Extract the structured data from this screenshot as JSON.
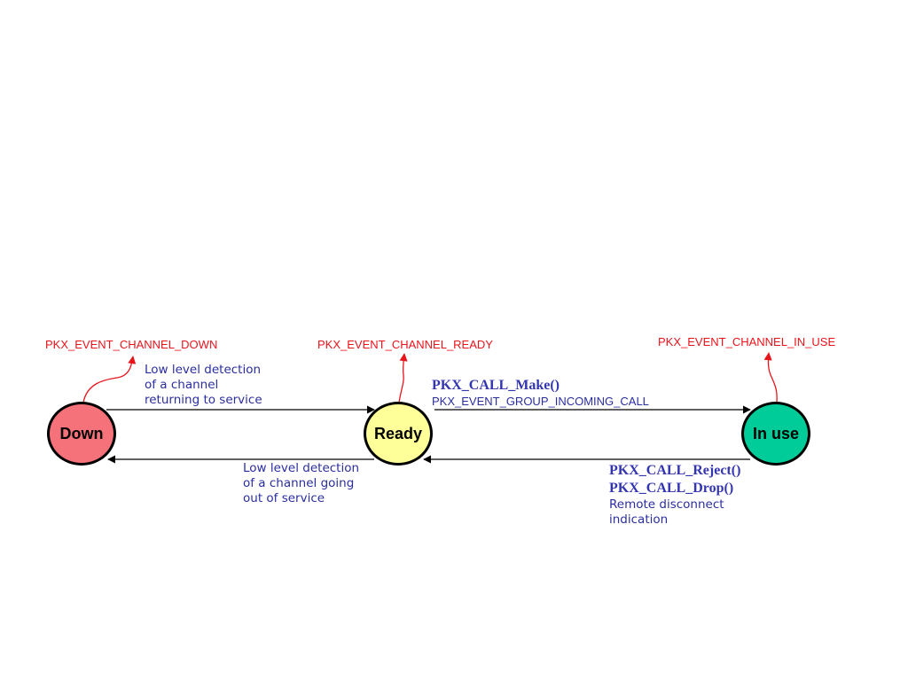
{
  "states": {
    "down": {
      "label": "Down",
      "color": "#f6727a"
    },
    "ready": {
      "label": "Ready",
      "color": "#ffff99"
    },
    "in_use": {
      "label": "In use",
      "color": "#00cc99"
    }
  },
  "events": {
    "channel_down": "PKX_EVENT_CHANNEL_DOWN",
    "channel_ready": "PKX_EVENT_CHANNEL_READY",
    "channel_in_use": "PKX_EVENT_CHANNEL_IN_USE"
  },
  "transitions": {
    "down_to_ready": {
      "note": [
        "Low level detection",
        "of a channel",
        "returning to service"
      ]
    },
    "ready_to_in_use": {
      "api": "PKX_CALL_Make()",
      "event": "PKX_EVENT_GROUP_INCOMING_CALL"
    },
    "ready_to_down": {
      "note": [
        "Low level detection",
        "of a channel going",
        "out of service"
      ]
    },
    "in_use_to_ready": {
      "api": [
        "PKX_CALL_Reject()",
        "PKX_CALL_Drop()"
      ],
      "note": [
        "Remote disconnect",
        "indication"
      ]
    }
  },
  "colors": {
    "event_text": "#e8141c",
    "note_text": "#2b2e9e",
    "api_text": "#3435b0",
    "arrow": "#000000",
    "event_arrow": "#e8141c"
  }
}
